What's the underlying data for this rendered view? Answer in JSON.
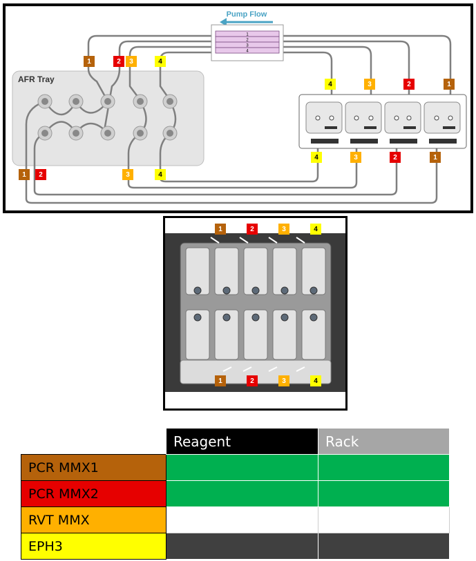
{
  "diagram": {
    "pump_flow_label": "Pump Flow",
    "tray_label": "AFR Tray",
    "pump_channels": [
      "1",
      "2",
      "3",
      "4"
    ],
    "line_colors": {
      "1": "#b5620b",
      "2": "#e60000",
      "3": "#ffb000",
      "4": "#ffff00"
    },
    "badges": {
      "top_left": [
        "1",
        "2",
        "3",
        "4"
      ],
      "rack_top": [
        "4",
        "3",
        "2",
        "1"
      ],
      "rack_bottom": [
        "4",
        "3",
        "2",
        "1"
      ],
      "bottom_left": [
        "1",
        "2",
        "3",
        "4"
      ]
    }
  },
  "photo": {
    "top_badges": [
      "1",
      "2",
      "3",
      "4"
    ],
    "bottom_badges": [
      "1",
      "2",
      "3",
      "4"
    ]
  },
  "legend": {
    "headers": {
      "reagent": "Reagent",
      "rack": "Rack"
    },
    "header_colors": {
      "reagent": "#000000",
      "rack": "#a6a6a6"
    },
    "rows": [
      {
        "label": "PCR MMX1",
        "color": "#b5620b",
        "reagent_color": "#00b050",
        "rack_color": "#00b050"
      },
      {
        "label": "PCR MMX2",
        "color": "#e60000",
        "reagent_color": "#00b050",
        "rack_color": "#00b050"
      },
      {
        "label": "RVT MMX",
        "color": "#ffb000",
        "reagent_color": "#ffffff",
        "rack_color": "#ffffff"
      },
      {
        "label": "EPH3",
        "color": "#ffff00",
        "reagent_color": "#404040",
        "rack_color": "#404040"
      }
    ]
  }
}
